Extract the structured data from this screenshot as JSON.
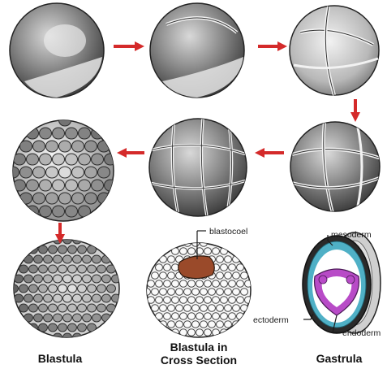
{
  "colors": {
    "arrow": "#d42a2a",
    "blastocoel": "#9a4a2a",
    "endoderm": "#b84bc7",
    "mesoderm": "#4fb0c6",
    "ink": "#1a1a1a"
  },
  "labels": {
    "blastocoel": "blastocoel",
    "mesoderm": "mesoderm",
    "ectoderm": "ectoderm",
    "endoderm": "endoderm"
  },
  "stages": {
    "blastula": "Blastula",
    "cross_section_line1": "Blastula in",
    "cross_section_line2": "Cross Section",
    "gastrula": "Gastrula"
  }
}
